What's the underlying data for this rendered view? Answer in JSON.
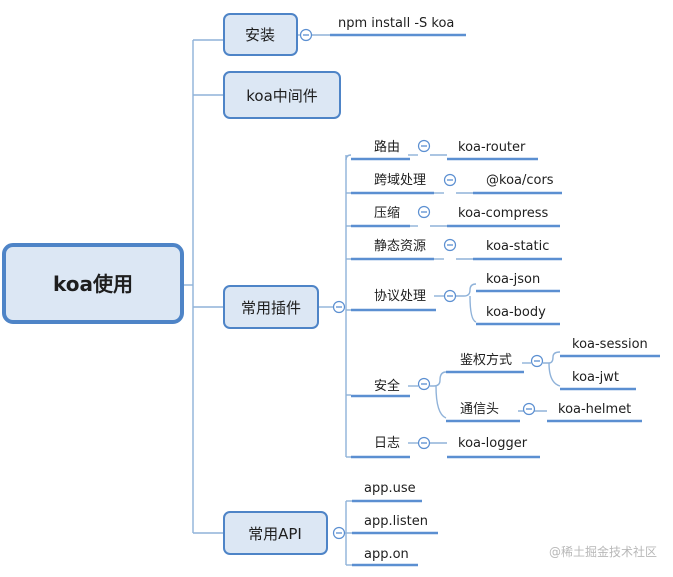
{
  "root": {
    "label": "koa使用"
  },
  "branches": {
    "install": {
      "label": "安装",
      "command": "npm install -S koa"
    },
    "middleware": {
      "label": "koa中间件"
    },
    "plugins": {
      "label": "常用插件",
      "router": {
        "label": "路由",
        "value": "koa-router"
      },
      "cors": {
        "label": "跨域处理",
        "value": "@koa/cors"
      },
      "compress": {
        "label": "压缩",
        "value": "koa-compress"
      },
      "static": {
        "label": "静态资源",
        "value": "koa-static"
      },
      "protocol": {
        "label": "协议处理",
        "values": [
          "koa-json",
          "koa-body"
        ]
      },
      "security": {
        "label": "安全",
        "auth": {
          "label": "鉴权方式",
          "values": [
            "koa-session",
            "koa-jwt"
          ]
        },
        "headers": {
          "label": "通信头",
          "value": "koa-helmet"
        }
      },
      "log": {
        "label": "日志",
        "value": "koa-logger"
      }
    },
    "api": {
      "label": "常用API",
      "items": [
        "app.use",
        "app.listen",
        "app.on"
      ]
    }
  },
  "watermark": "@稀土掘金技术社区",
  "colors": {
    "line": "#5b8fd1",
    "box_fill": "#dce7f4",
    "box_stroke": "#4e84c7",
    "edge": "#8fb2d9"
  }
}
